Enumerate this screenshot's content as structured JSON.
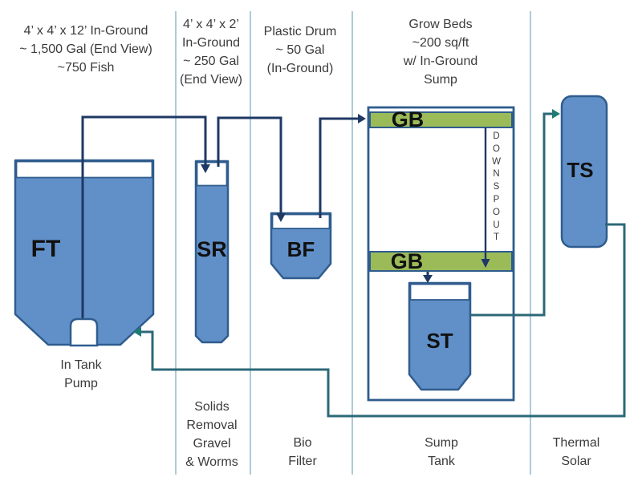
{
  "colors": {
    "background": "#FFFFFF",
    "tank_fill": "#6190C8",
    "tank_border": "#2F5C8E",
    "band_fill": "#FFFFFF",
    "green_fill": "#9BBB59",
    "supply_pipe": "#1F3864",
    "return_pipe": "#2C6877",
    "arrow_accent": "#1E7A74",
    "divider": "#AECAD8",
    "text": "#3B3B3B",
    "label_text": "#111111"
  },
  "columns": {
    "fish_tank": {
      "header": "4’ x 4’ x 12’ In-Ground\n~ 1,500 Gal (End View)\n~750 Fish",
      "footer": "In Tank\nPump"
    },
    "solids_removal": {
      "header": "4’ x 4’ x 2’\nIn-Ground\n~ 250 Gal\n(End View)",
      "footer": "Solids\nRemoval\nGravel\n& Worms"
    },
    "bio_filter": {
      "header": "Plastic Drum\n~ 50 Gal\n(In-Ground)",
      "footer": "Bio\nFilter"
    },
    "grow_beds": {
      "header": "Grow Beds\n~200 sq/ft\nw/ In-Ground\nSump",
      "footer": "Sump\nTank"
    },
    "thermal_solar": {
      "footer": "Thermal\nSolar"
    }
  },
  "tanks": {
    "fish_tank": "FT",
    "solids_removal": "SR",
    "bio_filter": "BF",
    "grow_bed_top": "GB",
    "grow_bed_bottom": "GB",
    "sump_tank": "ST",
    "thermal_solar": "TS"
  },
  "annotations": {
    "downspout": "DOWNSPOUT"
  }
}
